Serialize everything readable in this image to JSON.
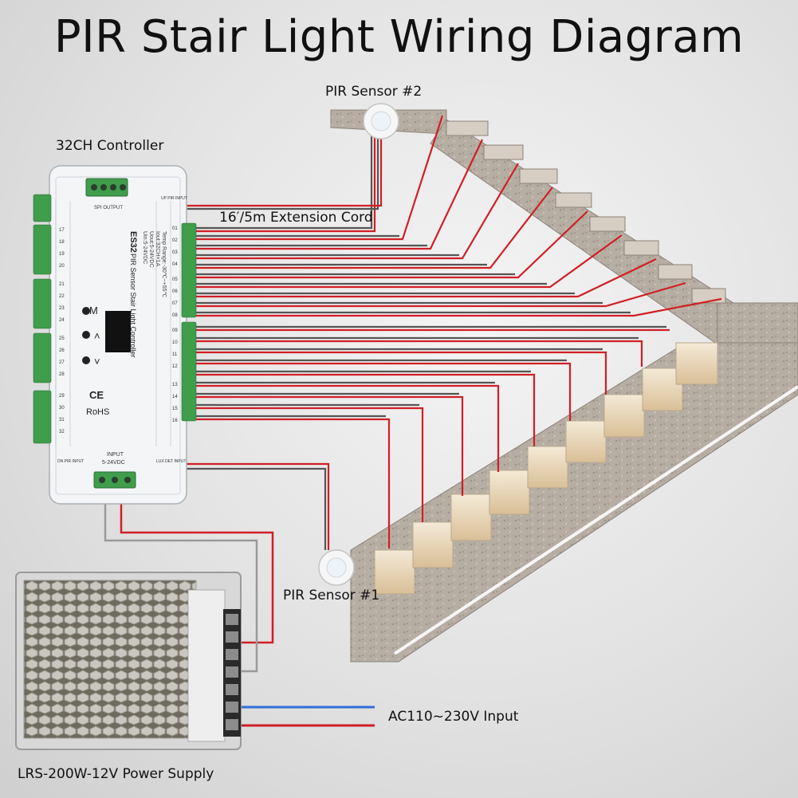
{
  "title": "PIR Stair Light Wiring Diagram",
  "labels": {
    "sensor2": "PIR Sensor #2",
    "sensor1": "PIR Sensor #1",
    "controller": "32CH Controller",
    "extension": "16′/5m Extension Cord",
    "ac_input": "AC110~230V Input",
    "power_supply": "LRS-200W-12V Power Supply"
  },
  "controller": {
    "model": "ES32",
    "name": "PIR Sensor Stair Light Controller",
    "specs": [
      "Uin:5-24VDC",
      "Uout:5-24VDC",
      "Iout:32CH×1A",
      "Temp Range:-30℃~+55℃"
    ],
    "buttons": [
      "M",
      "˄",
      "˅"
    ],
    "cert": [
      "CE",
      "RoHS"
    ],
    "input_label": "INPUT",
    "input_voltage": "5-24VDC",
    "up_pir": "UP PIR INPUT",
    "dn_pir": "DN PIR INPUT",
    "lux_det": "LUX DET INPUT",
    "spi_output": "SPI OUTPUT",
    "channels_right": [
      "01",
      "02",
      "03",
      "04",
      "05",
      "06",
      "07",
      "08",
      "09",
      "10",
      "11",
      "12",
      "13",
      "14",
      "15",
      "16"
    ],
    "channels_left": [
      "17",
      "18",
      "19",
      "20",
      "21",
      "22",
      "23",
      "24",
      "25",
      "26",
      "27",
      "28",
      "29",
      "30",
      "31",
      "32"
    ]
  },
  "colors": {
    "wire_red": "#d01f25",
    "wire_blue": "#2f6fd6",
    "wire_gray": "#8a8a8a",
    "terminal_green": "#3f9d4c",
    "controller_body": "#f3f5f7"
  }
}
